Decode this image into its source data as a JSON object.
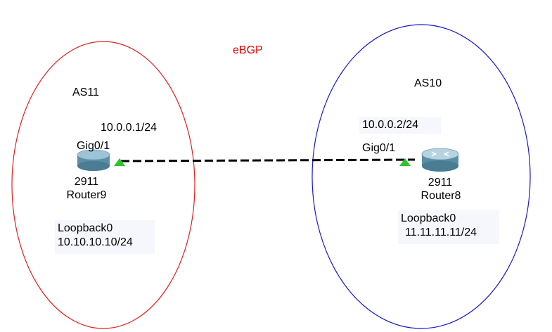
{
  "protocol_label": "eBGP",
  "colors": {
    "as11_ring": "#e02020",
    "as10_ring": "#1a1acc",
    "protocol_text": "#e00000",
    "link": "#000000",
    "link_status": "#2ec42e",
    "router_body": "#6f9fb5",
    "label_box": "#f6f7fd"
  },
  "left_as": {
    "name": "AS11",
    "router": {
      "model": "2911",
      "name": "Router9",
      "interface": "Gig0/1",
      "ip": "10.0.0.1/24",
      "icon": "router-icon"
    },
    "loopback": {
      "name": "Loopback0",
      "ip": "10.10.10.10/24"
    }
  },
  "right_as": {
    "name": "AS10",
    "router": {
      "model": "2911",
      "name": "Router8",
      "interface": "Gig0/1",
      "ip": "10.0.0.2/24",
      "icon": "router-icon"
    },
    "loopback": {
      "name": "Loopback0",
      "ip": "11.11.11.11/24"
    }
  },
  "link": {
    "status": "up",
    "status_icon": "link-up-triangle-icon"
  }
}
